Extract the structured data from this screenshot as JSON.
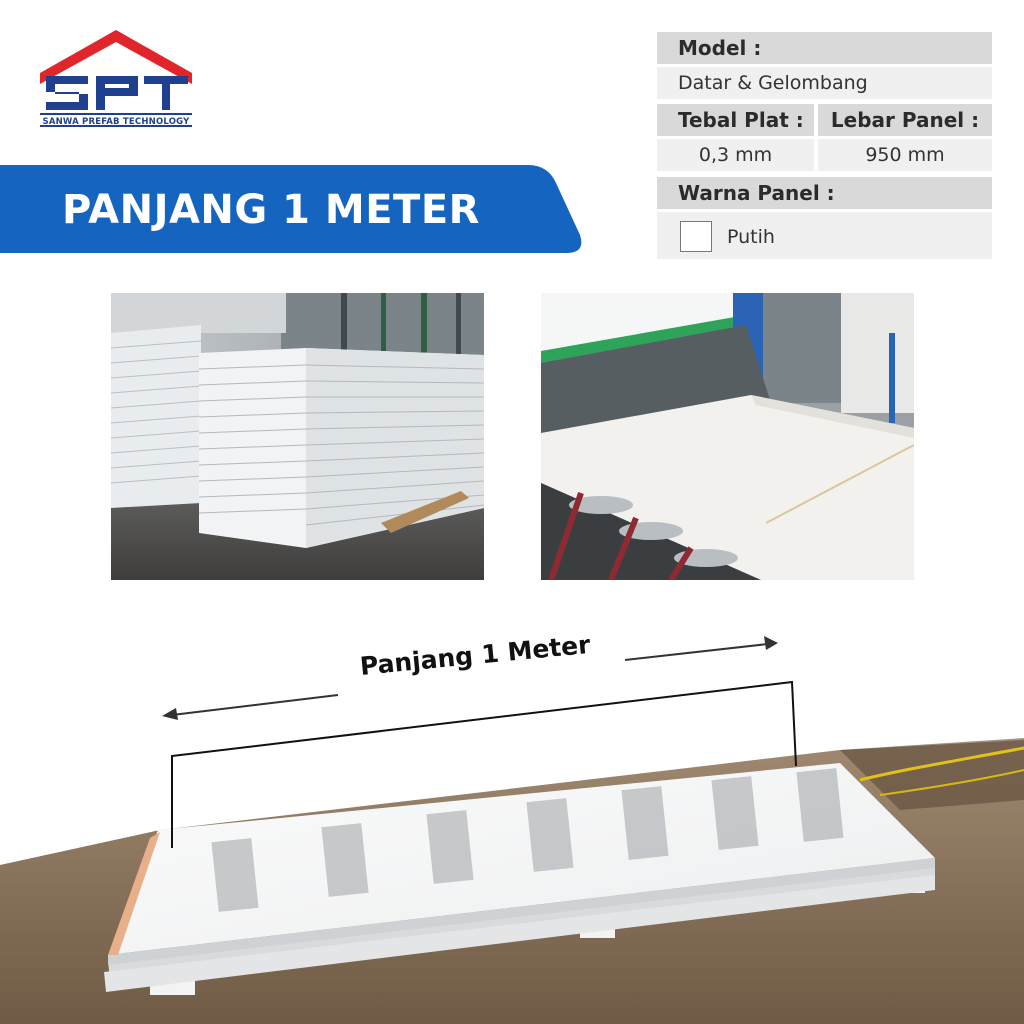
{
  "brand": {
    "tagline": "SANWA PREFAB TECHNOLOGY",
    "colors": {
      "roof": "#e0252b",
      "letters": "#1f3f8f"
    }
  },
  "banner": {
    "title": "PANJANG 1 METER",
    "color": "#1565c0"
  },
  "specs": {
    "model_label": "Model :",
    "model_value": "Datar & Gelombang",
    "thickness_label": "Tebal Plat :",
    "thickness_value": "0,3 mm",
    "width_label": "Lebar Panel :",
    "width_value": "950 mm",
    "color_label": "Warna Panel :",
    "color_value": "Putih"
  },
  "photos": [
    {
      "subject": "stacked-panels-warehouse"
    },
    {
      "subject": "panel-production-line"
    }
  ],
  "annotation": {
    "label": "Panjang 1 Meter"
  }
}
